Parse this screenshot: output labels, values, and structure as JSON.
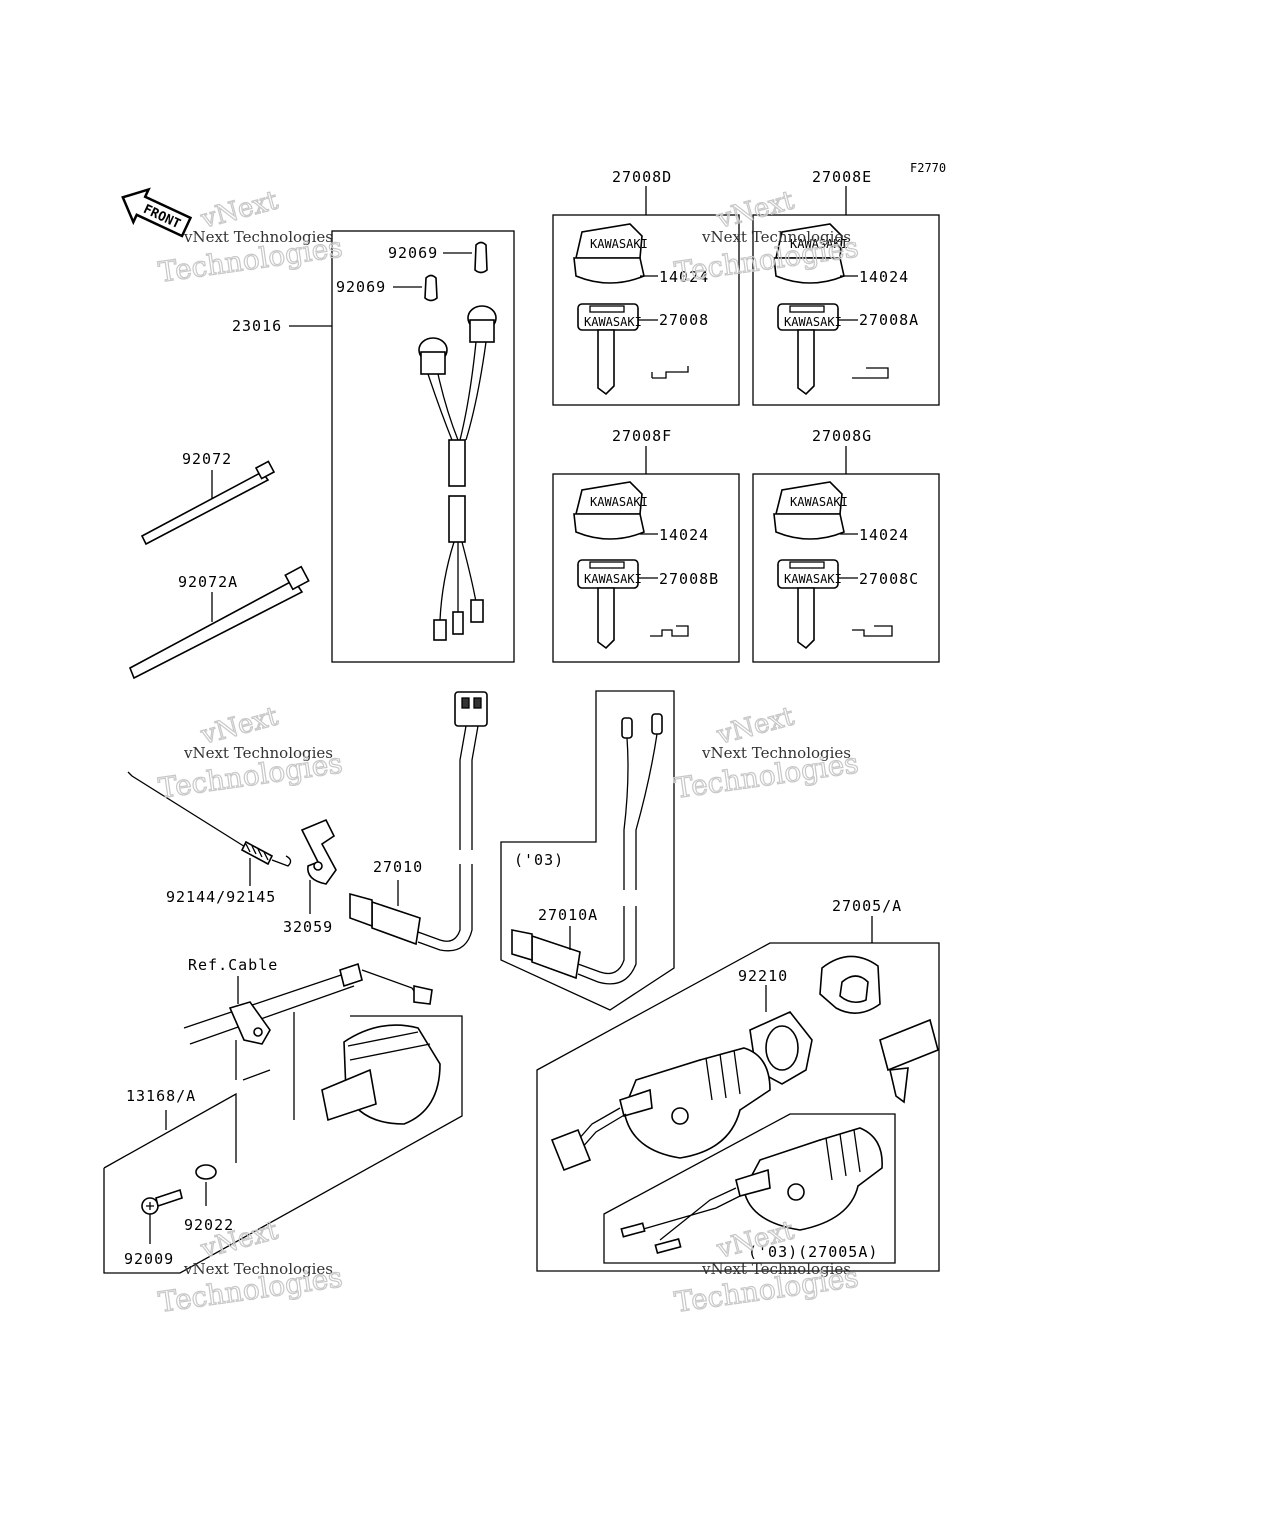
{
  "figure_code": "F2770",
  "front_label": "FRONT",
  "watermark": {
    "brand": "vNext",
    "company": "vNext Technologies",
    "word": "Technologies"
  },
  "labels": {
    "l_27008D": "27008D",
    "l_27008E": "27008E",
    "l_27008F": "27008F",
    "l_27008G": "27008G",
    "l_14024_a": "14024",
    "l_14024_b": "14024",
    "l_14024_c": "14024",
    "l_14024_d": "14024",
    "l_27008": "27008",
    "l_27008A": "27008A",
    "l_27008B": "27008B",
    "l_27008C": "27008C",
    "l_92069_a": "92069",
    "l_92069_b": "92069",
    "l_23016": "23016",
    "l_92072": "92072",
    "l_92072A": "92072A",
    "l_92144": "92144/92145",
    "l_32059": "32059",
    "l_27010": "27010",
    "l_03": "('03)",
    "l_27010A": "27010A",
    "l_27005": "27005/A",
    "l_92210": "92210",
    "l_refcable": "Ref.Cable",
    "l_13168": "13168/A",
    "l_92022": "92022",
    "l_92009": "92009",
    "l_03_27005A": "('03)(27005A)"
  },
  "key_brand": "KAWASAKI"
}
